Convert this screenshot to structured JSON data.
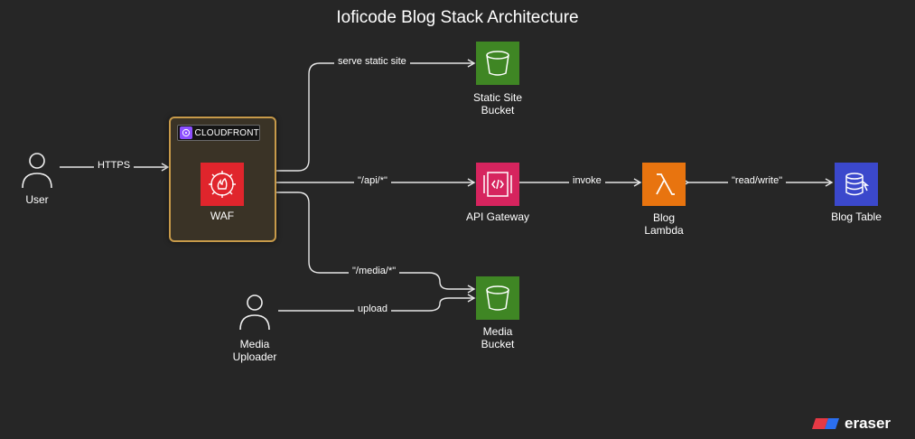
{
  "title": "Ioficode Blog Stack Architecture",
  "groups": {
    "cloudfront": {
      "label": "CLOUDFRONT"
    }
  },
  "nodes": {
    "user": {
      "label": "User",
      "icon": "user-icon"
    },
    "media_uploader": {
      "label_line1": "Media",
      "label_line2": "Uploader",
      "icon": "user-icon"
    },
    "waf": {
      "label": "WAF",
      "icon": "waf-icon",
      "color": "#e0252c"
    },
    "static_site_bucket": {
      "label_line1": "Static Site",
      "label_line2": "Bucket",
      "icon": "s3-bucket-icon",
      "color": "#3f8624"
    },
    "api_gateway": {
      "label": "API Gateway",
      "icon": "api-gateway-icon",
      "color": "#d6245e"
    },
    "blog_lambda": {
      "label_line1": "Blog",
      "label_line2": "Lambda",
      "icon": "lambda-icon",
      "color": "#e8740f"
    },
    "blog_table": {
      "label": "Blog Table",
      "icon": "dynamodb-icon",
      "color": "#3b48cc"
    },
    "media_bucket": {
      "label_line1": "Media",
      "label_line2": "Bucket",
      "icon": "s3-bucket-icon",
      "color": "#3f8624"
    }
  },
  "edges": {
    "https": "HTTPS",
    "serve_static_site": "serve static site",
    "api": "\"/api/*\"",
    "invoke": "invoke",
    "read_write": "\"read/write\"",
    "media": "\"/media/*\"",
    "upload": "upload"
  },
  "brand": {
    "name": "eraser"
  }
}
